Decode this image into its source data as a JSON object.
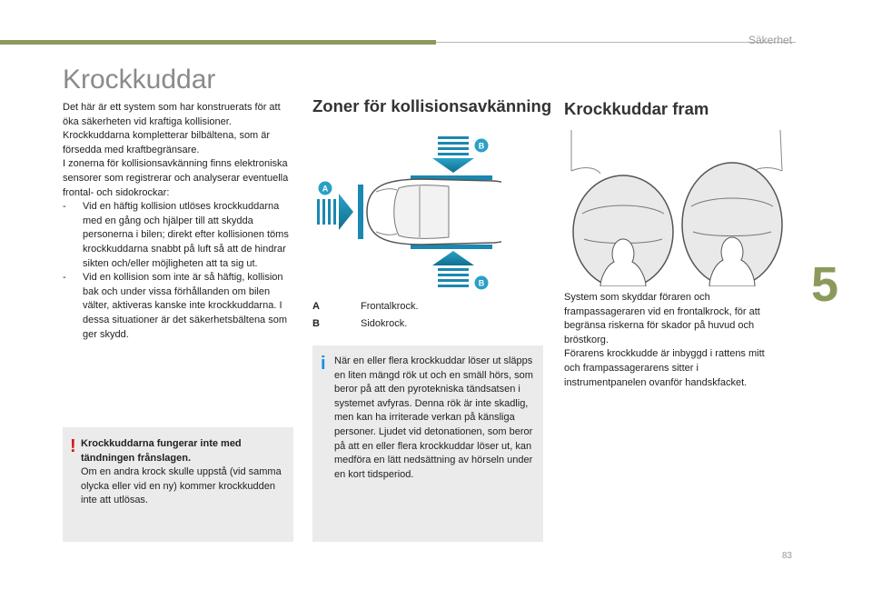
{
  "header": {
    "section": "Säkerhet"
  },
  "chapter": "5",
  "page_number": "83",
  "colors": {
    "accent": "#8a9a5b",
    "warning": "#d01818",
    "info": "#1a8ee0",
    "box_bg": "#ebebeb"
  },
  "title": "Krockkuddar",
  "intro": {
    "paragraphs": [
      "Det här är ett system som har konstruerats för att öka säkerheten vid kraftiga kollisioner. Krockkuddarna kompletterar bilbältena, som är försedda med kraftbegränsare.",
      "I zonerna för kollisionsavkänning finns elektroniska sensorer som registrerar och analyserar eventuella frontal- och sidokrockar:"
    ],
    "items": [
      "Vid en häftig kollision utlöses krockkuddarna med en gång och hjälper till att skydda personerna i bilen; direkt efter kollisionen töms krockkuddarna snabbt på luft så att de hindrar sikten och/eller möjligheten att ta sig ut.",
      "Vid en kollision som inte är så häftig, kollision bak och under vissa förhållanden om bilen välter, aktiveras kanske inte krockkuddarna. I dessa situationer är det säkerhetsbältena som ger skydd."
    ],
    "dash": "-"
  },
  "warning": {
    "icon": "!",
    "bold": "Krockkuddarna fungerar inte med tändningen frånslagen.",
    "text": "Krockkuddarna fungerar inte med tändningen frånslagen. Om en andra krock skulle uppstå (vid samma olycka eller vid en ny) kommer krockkudden inte att utlösas."
  },
  "zones": {
    "heading": "Zoner för kollisionsavkänning",
    "markers": {
      "a": "A",
      "b": "B"
    },
    "legend": [
      {
        "key": "A",
        "label": "Frontalkrock."
      },
      {
        "key": "B",
        "label": "Sidokrock."
      }
    ]
  },
  "info": {
    "icon": "i",
    "text": "När en eller flera krockkuddar löser ut släpps en liten mängd rök ut och en smäll hörs, som beror på att den pyrotekniska tändsatsen i systemet avfyras. Denna rök är inte skadlig, men kan ha irriterade verkan på känsliga personer. Ljudet vid detonationen, som beror på att en eller flera krockkuddar löser ut, kan medföra en lätt nedsättning av hörseln under en kort tidsperiod."
  },
  "front": {
    "heading": "Krockkuddar fram",
    "paragraphs": [
      "System som skyddar föraren och frampassageraren vid en frontalkrock, för att begränsa riskerna för skador på huvud och bröstkorg.",
      "Förarens krockkudde är inbyggd i rattens mitt och frampassagerarens sitter i instrumentpanelen ovanför handskfacket."
    ]
  }
}
